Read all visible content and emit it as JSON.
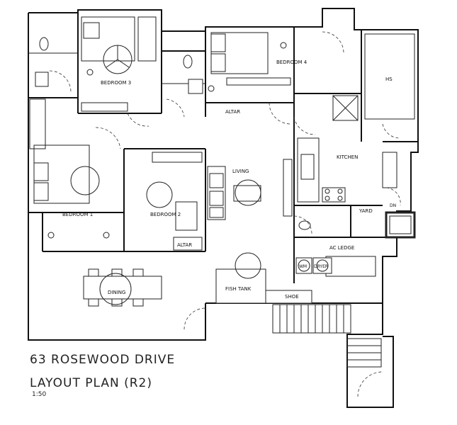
{
  "title_block": {
    "address": "63 ROSEWOOD DRIVE",
    "plan_name": "LAYOUT PLAN (R2)",
    "scale": "1:50"
  },
  "rooms": {
    "bedroom_3": "BEDROOM 3",
    "bedroom_4": "BEDROOM 4",
    "bedroom_1": "BEDROOM 1",
    "bedroom_2": "BEDROOM 2",
    "living": "LIVING",
    "dining": "DINING",
    "kitchen": "KITCHEN",
    "yard": "YARD",
    "hs": "HS",
    "altar_top": "ALTAR",
    "altar_bottom": "ALTAR",
    "ac_ledge": "AC LEDGE",
    "fish_tank": "FISH TANK",
    "shoe": "SHOE",
    "wm": "WM",
    "dryer": "DRYER",
    "dn": "DN"
  }
}
